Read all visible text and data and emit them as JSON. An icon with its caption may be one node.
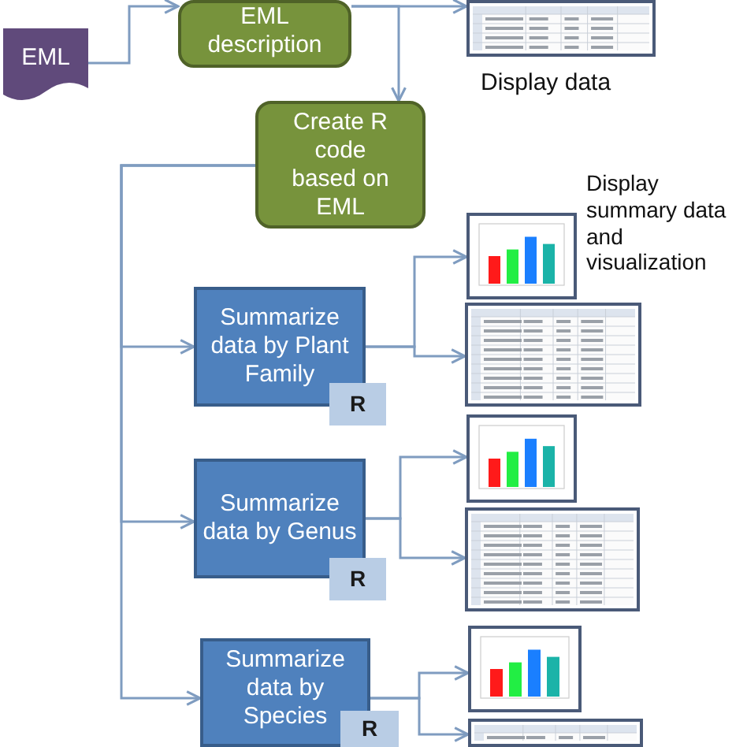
{
  "diagram": {
    "nodes": [
      {
        "text": [
          "EML"
        ]
      },
      {
        "text": [
          "EML description"
        ]
      },
      {
        "text": [],
        "shape": "picture"
      },
      {
        "text": [
          "Create R code based on EML"
        ]
      },
      {
        "text": [
          "Summarize data by Plant Family"
        ]
      },
      {
        "text": [
          "R"
        ]
      },
      {
        "text": [],
        "shape": "picture"
      },
      {
        "text": [],
        "shape": "picture"
      },
      {
        "text": [
          "Summarize data by Genus"
        ]
      },
      {
        "text": [
          "R"
        ]
      },
      {
        "text": [],
        "shape": "picture"
      },
      {
        "text": [],
        "shape": "picture"
      },
      {
        "text": [
          "Summarize data by Species"
        ]
      },
      {
        "text": [
          "R"
        ]
      },
      {
        "text": [],
        "shape": "picture"
      },
      {
        "text": [],
        "shape": "picture"
      }
    ],
    "edges": [
      {
        "from": 0,
        "to": 1,
        "arrow": "to"
      },
      {
        "from": 1,
        "to": 2,
        "arrow": "to"
      },
      {
        "from": 1,
        "to": 3,
        "arrow": "to"
      },
      {
        "from": 3,
        "to": 4,
        "arrow": "to"
      },
      {
        "from": 3,
        "to": 8,
        "arrow": "to"
      },
      {
        "from": 3,
        "to": 12,
        "arrow": "to"
      },
      {
        "from": 4,
        "to": 6,
        "arrow": "to"
      },
      {
        "from": 4,
        "to": 7,
        "arrow": "to"
      },
      {
        "from": 8,
        "to": 10,
        "arrow": "to"
      },
      {
        "from": 8,
        "to": 11,
        "arrow": "to"
      },
      {
        "from": 12,
        "to": 14,
        "arrow": "to"
      },
      {
        "from": 12,
        "to": 15,
        "arrow": "to"
      }
    ],
    "labels": [
      "Display data",
      "Display summary data and visualization"
    ]
  }
}
